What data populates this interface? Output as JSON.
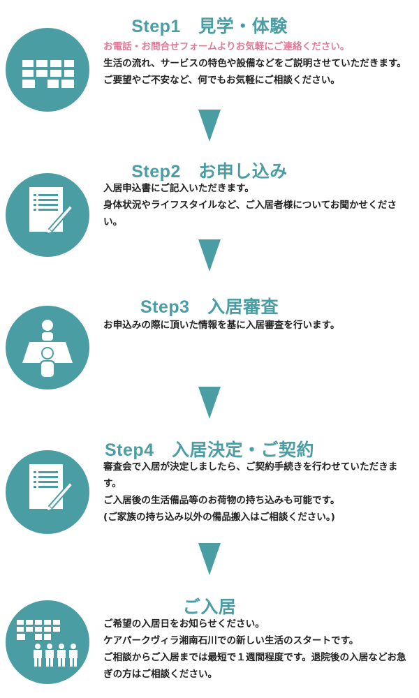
{
  "steps": [
    {
      "title": "Step1　見学・体験",
      "highlight": "お電話・お問合せフォームよりお気軽にご連絡ください。",
      "lines": [
        "生活の流れ、サービスの特色や設備などをご説明させていただきます。ご要望やご不安など、何でもお気軽にご相談ください。"
      ],
      "icon": "building-icon"
    },
    {
      "title": "Step2　お申し込み",
      "lines": [
        "入居申込書にご記入いただきます。",
        "身体状況やライフスタイルなど、ご入居者様についてお聞かせください。"
      ],
      "icon": "document-pen-icon"
    },
    {
      "title": "Step3　入居審査",
      "lines": [
        "お申込みの際に頂いた情報を基に入居審査を行います。"
      ],
      "icon": "interview-icon"
    },
    {
      "title": "Step4　入居決定・ご契約",
      "lines": [
        "審査会で入居が決定しましたら、ご契約手続きを行わせていただきます。",
        "ご入居後の生活備品等のお荷物の持ち込みも可能です。",
        "(ご家族の持ち込み以外の備品搬入はご相談ください。)"
      ],
      "icon": "document-pen-icon"
    },
    {
      "title": "ご入居",
      "lines": [
        "ご希望の入居日をお知らせください。",
        "ケアパークヴィラ湘南石川での新しい生活のスタートです。",
        "ご相談からご入居までは最短で１週間程度です。退院後の入居などお急ぎの方はご相談ください。"
      ],
      "icon": "building-people-icon"
    }
  ],
  "colors": {
    "accent": "#4a9ea3",
    "highlight": "#e07a96",
    "text": "#222222"
  }
}
